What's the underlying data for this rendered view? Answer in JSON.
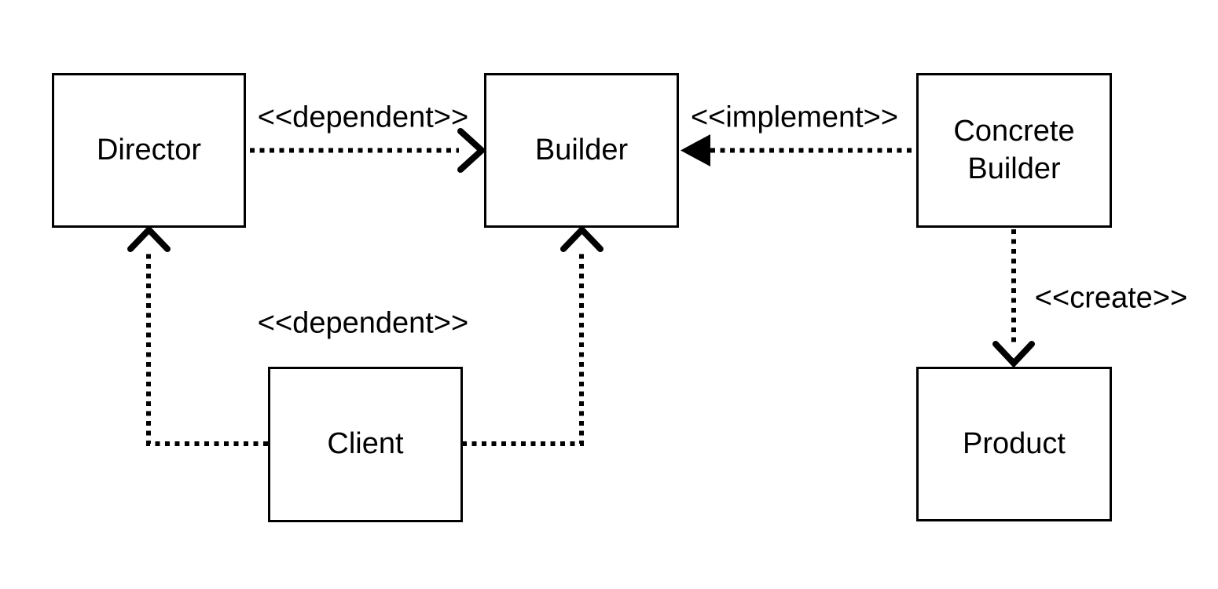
{
  "diagram": {
    "pattern_name": "Builder",
    "colors": {
      "line": "#000000",
      "text": "#000000",
      "node_fill": "#ffffff",
      "background": "#ffffff"
    },
    "nodes": [
      {
        "id": "director",
        "label": "Director"
      },
      {
        "id": "builder",
        "label": "Builder"
      },
      {
        "id": "concrete-builder",
        "label": "Concrete Builder"
      },
      {
        "id": "client",
        "label": "Client"
      },
      {
        "id": "product",
        "label": "Product"
      }
    ],
    "edges": [
      {
        "from": "director",
        "to": "builder",
        "label": "<<dependent>>",
        "arrowhead": "open-chevron",
        "style": "dotted"
      },
      {
        "from": "concrete-builder",
        "to": "builder",
        "label": "<<implement>>",
        "arrowhead": "filled-triangle",
        "style": "dotted"
      },
      {
        "from": "concrete-builder",
        "to": "product",
        "label": "<<create>>",
        "arrowhead": "open-chevron",
        "style": "dotted"
      },
      {
        "from": "client",
        "to": "director",
        "label": "<<dependent>>",
        "arrowhead": "open-chevron",
        "style": "dotted"
      },
      {
        "from": "client",
        "to": "builder",
        "label": "",
        "arrowhead": "open-chevron",
        "style": "dotted"
      }
    ]
  }
}
